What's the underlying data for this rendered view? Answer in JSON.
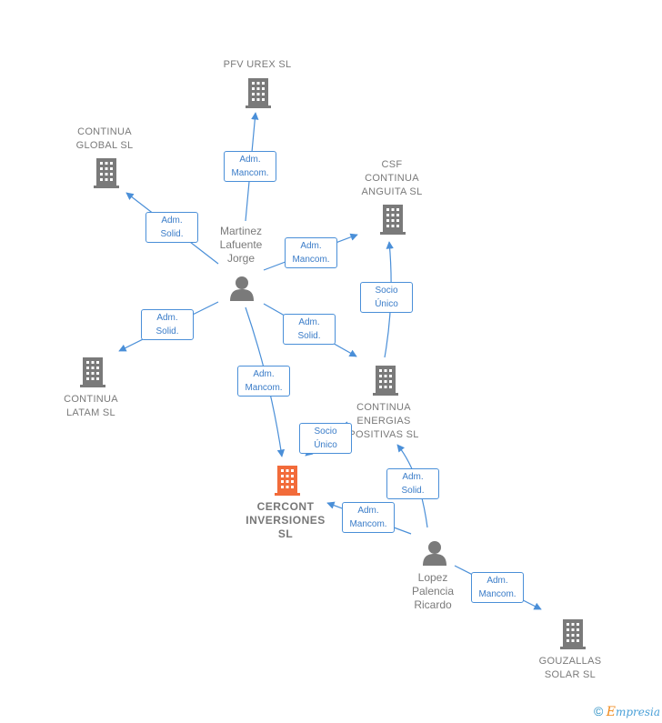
{
  "nodes": {
    "pfv": {
      "label": "PFV UREX  SL",
      "type": "company"
    },
    "global": {
      "label": "CONTINUA\nGLOBAL  SL",
      "type": "company"
    },
    "csf": {
      "label": "CSF\nCONTINUA\nANGUITA  SL",
      "type": "company"
    },
    "martinez": {
      "label": "Martinez\nLafuente\nJorge",
      "type": "person"
    },
    "latam": {
      "label": "CONTINUA\nLATAM  SL",
      "type": "company"
    },
    "energias": {
      "label": "CONTINUA\nENERGIAS\nPOSITIVAS  SL",
      "type": "company"
    },
    "cercont": {
      "label": "CERCONT\nINVERSIONES\nSL",
      "type": "company-highlight"
    },
    "lopez": {
      "label": "Lopez\nPalencia\nRicardo",
      "type": "person"
    },
    "gouzallas": {
      "label": "GOUZALLAS\nSOLAR SL",
      "type": "company"
    }
  },
  "edges": {
    "e1": "Adm.\nMancom.",
    "e2": "Adm.\nSolid.",
    "e3": "Adm.\nMancom.",
    "e4": "Adm.\nSolid.",
    "e5": "Adm.\nSolid.",
    "e6": "Adm.\nMancom.",
    "e7": "Socio\nÚnico",
    "e8": "Socio\nÚnico",
    "e9": "Adm.\nSolid.",
    "e10": "Adm.\nMancom.",
    "e11": "Adm.\nMancom."
  },
  "footer": {
    "copyright": "©",
    "brand_e": "E",
    "brand_rest": "mpresia"
  },
  "colors": {
    "edge": "#4a8fd8",
    "icon": "#7a7a7a",
    "highlight": "#f26b3a"
  }
}
